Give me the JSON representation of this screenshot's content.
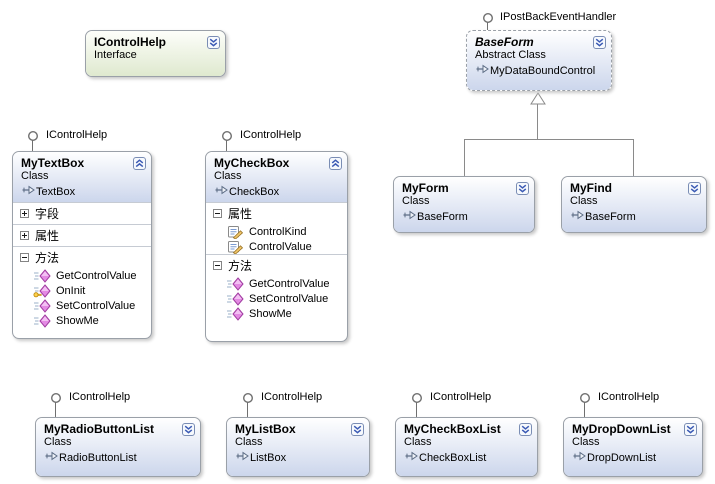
{
  "labels": {
    "icontrolhelp": "IControlHelp",
    "ipostback": "IPostBackEventHandler"
  },
  "colors": {
    "class_gradient_top": "#ffffff",
    "class_gradient_bottom": "#ccd6ec",
    "interface_gradient_bottom": "#dfe9cf",
    "box_border": "#9aa0a8",
    "connector_line": "#8a8a8a",
    "chevron_blue": "#3c5bb5",
    "method_icon_purple": "#e38ae3",
    "protected_key_yellow": "#ffd24d"
  },
  "boxes": {
    "icontrolhelp_box": {
      "title": "IControlHelp",
      "subtitle": "Interface",
      "chevron": "down"
    },
    "baseform": {
      "title": "BaseForm",
      "subtitle": "Abstract Class",
      "base": "MyDataBoundControl",
      "chevron": "down"
    },
    "mytextbox": {
      "title": "MyTextBox",
      "subtitle": "Class",
      "base": "TextBox",
      "chevron": "up",
      "sections": [
        {
          "label": "字段",
          "expander": "plus",
          "items": []
        },
        {
          "label": "属性",
          "expander": "plus",
          "items": []
        },
        {
          "label": "方法",
          "expander": "minus",
          "items": [
            {
              "name": "GetControlValue",
              "icon": "method"
            },
            {
              "name": "OnInit",
              "icon": "method",
              "modifier": "protected"
            },
            {
              "name": "SetControlValue",
              "icon": "method"
            },
            {
              "name": "ShowMe",
              "icon": "method"
            }
          ]
        }
      ]
    },
    "mycheckbox": {
      "title": "MyCheckBox",
      "subtitle": "Class",
      "base": "CheckBox",
      "chevron": "up",
      "sections": [
        {
          "label": "属性",
          "expander": "minus",
          "items": [
            {
              "name": "ControlKind",
              "icon": "property"
            },
            {
              "name": "ControlValue",
              "icon": "property"
            }
          ]
        },
        {
          "label": "方法",
          "expander": "minus",
          "items": [
            {
              "name": "GetControlValue",
              "icon": "method"
            },
            {
              "name": "SetControlValue",
              "icon": "method"
            },
            {
              "name": "ShowMe",
              "icon": "method"
            }
          ]
        }
      ]
    },
    "myform": {
      "title": "MyForm",
      "subtitle": "Class",
      "base": "BaseForm",
      "chevron": "down"
    },
    "myfind": {
      "title": "MyFind",
      "subtitle": "Class",
      "base": "BaseForm",
      "chevron": "down"
    },
    "myradiobuttonlist": {
      "title": "MyRadioButtonList",
      "subtitle": "Class",
      "base": "RadioButtonList",
      "chevron": "down"
    },
    "mylistbox": {
      "title": "MyListBox",
      "subtitle": "Class",
      "base": "ListBox",
      "chevron": "down"
    },
    "mycheckboxlist": {
      "title": "MyCheckBoxList",
      "subtitle": "Class",
      "base": "CheckBoxList",
      "chevron": "down"
    },
    "mydropdownlist": {
      "title": "MyDropDownList",
      "subtitle": "Class",
      "base": "DropDownList",
      "chevron": "down"
    }
  }
}
